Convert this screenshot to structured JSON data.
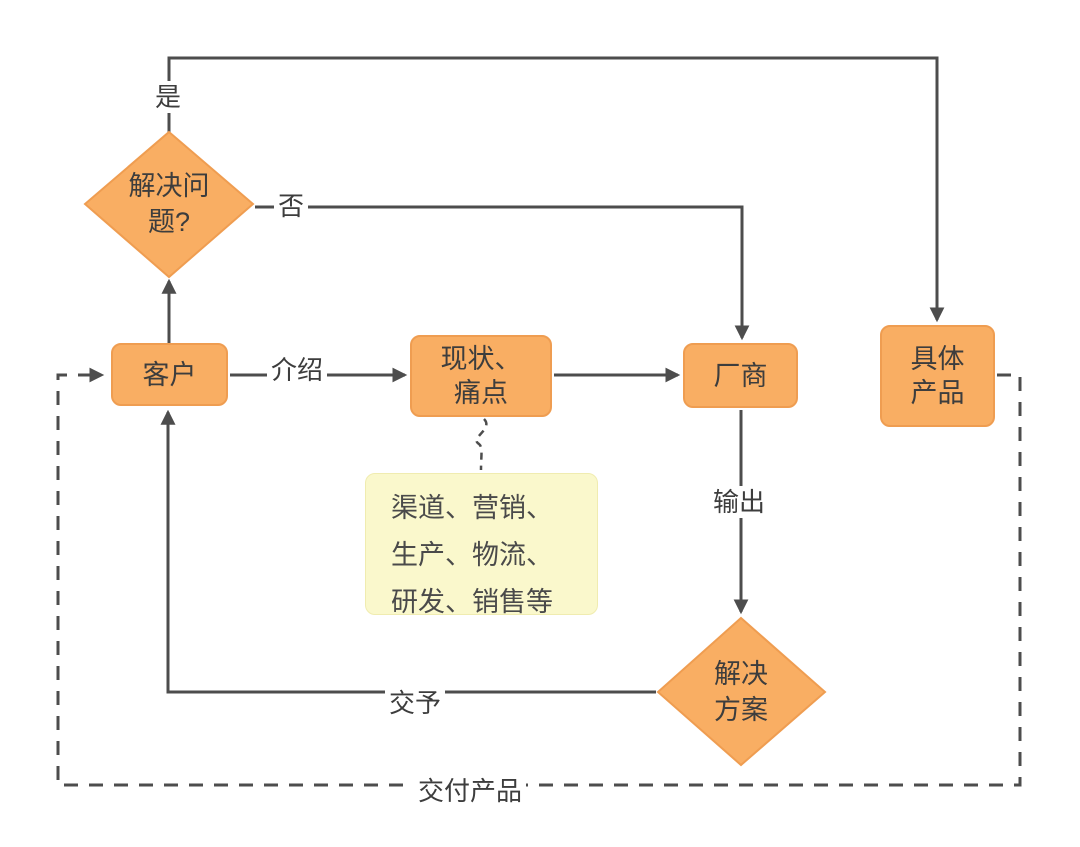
{
  "diagram": {
    "nodes": {
      "problem_solved": {
        "shape": "diamond",
        "lines": [
          "解决问",
          "题?"
        ]
      },
      "customer": {
        "shape": "rect",
        "lines": [
          "客户"
        ]
      },
      "status_painpoints": {
        "shape": "rect",
        "lines": [
          "现状、",
          "痛点"
        ]
      },
      "vendor": {
        "shape": "rect",
        "lines": [
          "厂商"
        ]
      },
      "concrete_product": {
        "shape": "rect",
        "lines": [
          "具体",
          "产品"
        ]
      },
      "solution": {
        "shape": "diamond",
        "lines": [
          "解决",
          "方案"
        ]
      },
      "note": {
        "shape": "note",
        "lines": [
          "渠道、营销、",
          "生产、物流、",
          "研发、销售等"
        ]
      }
    },
    "edge_labels": {
      "yes": "是",
      "no": "否",
      "introduce": "介绍",
      "output": "输出",
      "hand_over": "交予",
      "deliver_product": "交付产品"
    },
    "colors": {
      "node_fill": "#F9AE63",
      "node_border": "#EF9D51",
      "note_fill": "#FAF8CC",
      "line": "#4D4D4D",
      "text": "#3D3D3D"
    }
  }
}
